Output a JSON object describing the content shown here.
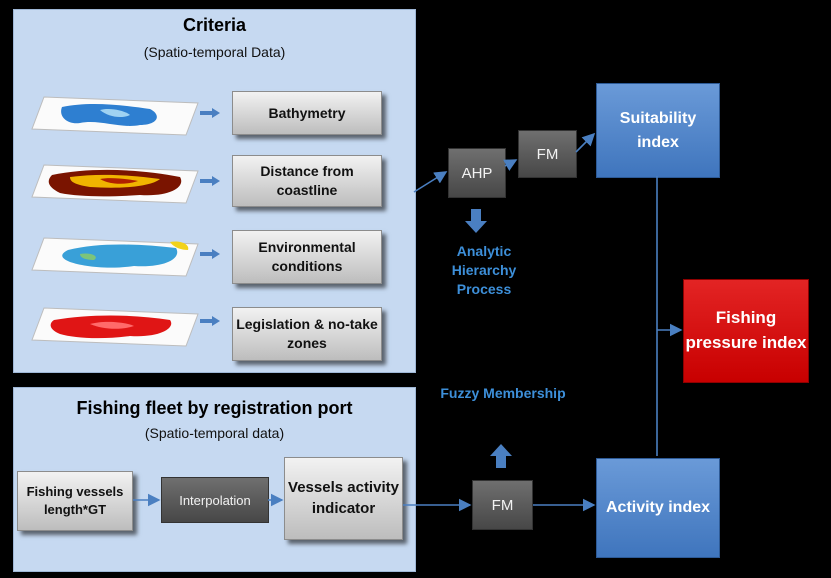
{
  "criteria": {
    "title": "Criteria",
    "subtitle": "(Spatio-temporal Data)",
    "items": [
      {
        "label": "Bathymetry",
        "map_color": "#2e7fd1"
      },
      {
        "label": "Distance from coastline",
        "map_color": "#7a1400"
      },
      {
        "label": "Environmental conditions",
        "map_color": "#39a0d8"
      },
      {
        "label": "Legislation & no-take zones",
        "map_color": "#e01515"
      }
    ]
  },
  "fleet": {
    "title": "Fishing fleet by registration port",
    "subtitle": "(Spatio-temporal data)",
    "vessels_label": "Fishing vessels length*GT",
    "interpolation_label": "Interpolation",
    "activity_indicator_label": "Vessels activity indicator"
  },
  "flow": {
    "ahp_label": "AHP",
    "fm_top_label": "FM",
    "fm_bottom_label": "FM",
    "suitability_label": "Suitability index",
    "activity_label": "Activity index",
    "fishing_pressure_label": "Fishing pressure index",
    "ahp_note": "Analytic Hierarchy Process",
    "fm_note": "Fuzzy Membership"
  },
  "colors": {
    "panel": "#c6d9f1",
    "blue_box": "#4f86c9",
    "red_box": "#d40000",
    "connector": "#4a7fc1",
    "note_text": "#3d8fd9"
  }
}
